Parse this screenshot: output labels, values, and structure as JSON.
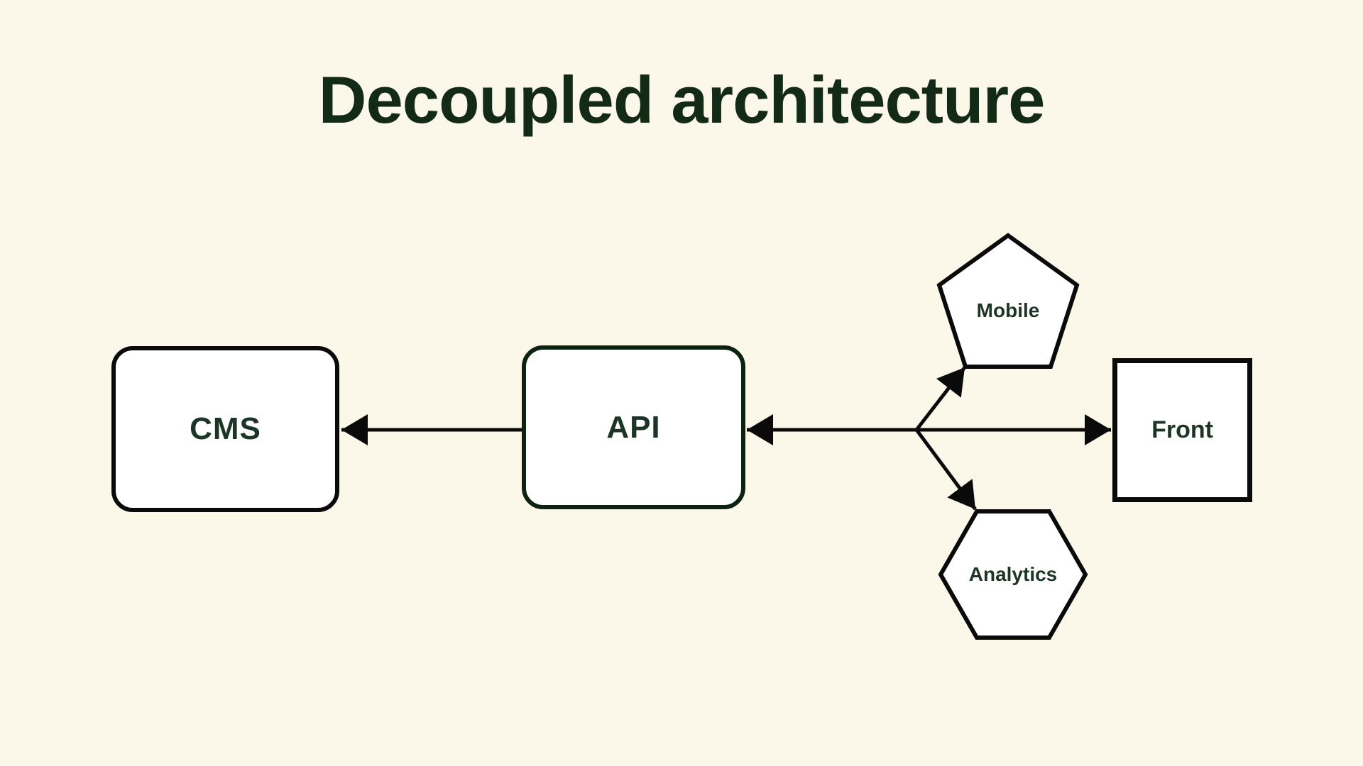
{
  "title": "Decoupled architecture",
  "colors": {
    "background": "#FBF8EA",
    "ink": "#0A0A0A",
    "api_border_green": "#0B2310",
    "title_green": "#132A16",
    "label_green": "#1C3526",
    "node_fill": "#FFFFFF"
  },
  "nodes": [
    {
      "id": "cms",
      "label": "CMS",
      "shape": "rounded-rectangle"
    },
    {
      "id": "api",
      "label": "API",
      "shape": "rounded-rectangle"
    },
    {
      "id": "mobile",
      "label": "Mobile",
      "shape": "pentagon"
    },
    {
      "id": "front",
      "label": "Front",
      "shape": "square"
    },
    {
      "id": "analytics",
      "label": "Analytics",
      "shape": "hexagon"
    }
  ],
  "edges": [
    {
      "from": "cms",
      "to": "api",
      "type": "bidirectional-arrow"
    },
    {
      "from": "api",
      "to": "front",
      "type": "bidirectional-arrow"
    },
    {
      "from": "api-front-line",
      "to": "mobile",
      "type": "arrow"
    },
    {
      "from": "api-front-line",
      "to": "analytics",
      "type": "arrow"
    }
  ]
}
